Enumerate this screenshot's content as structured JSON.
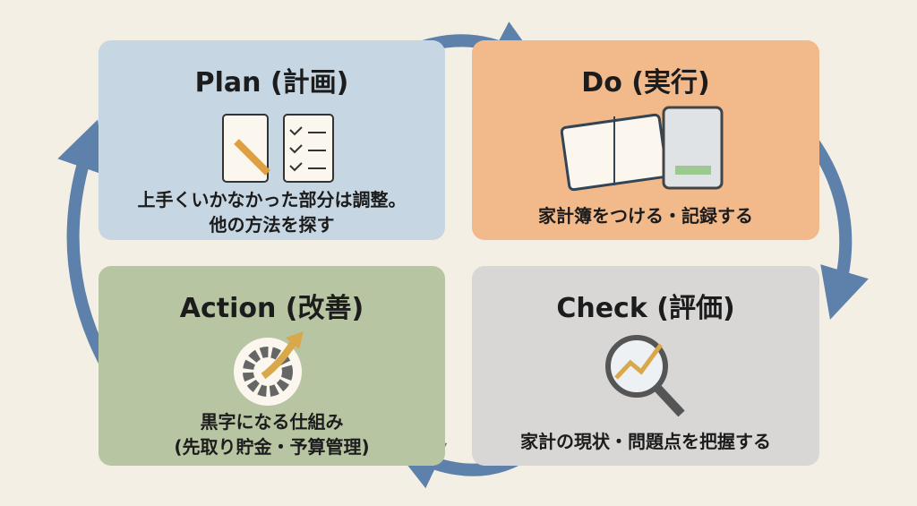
{
  "colors": {
    "background": "#f3efe4",
    "plan": "#c6d7e3",
    "do": "#f2b98b",
    "action": "#b8c5a3",
    "check": "#d8d7d6",
    "arrow": "#5d81aa"
  },
  "plan": {
    "title": "Plan (計画)",
    "lines": [
      "上手くいかなかった部分は調整。",
      "他の方法を探す"
    ],
    "icon": "notepad-pencil-checklist-icon"
  },
  "do": {
    "title": "Do (実行)",
    "lines": [
      "家計簿をつける・記録する"
    ],
    "icon": "notebook-tablet-icon"
  },
  "action": {
    "title": "Action (改善)",
    "lines": [
      "黒字になる仕組み",
      "(先取り貯金・予算管理)"
    ],
    "icon": "gear-up-arrow-icon"
  },
  "check": {
    "title": "Check (評価)",
    "lines": [
      "家計の現状・問題点を把握する"
    ],
    "icon": "magnifier-chart-icon"
  }
}
